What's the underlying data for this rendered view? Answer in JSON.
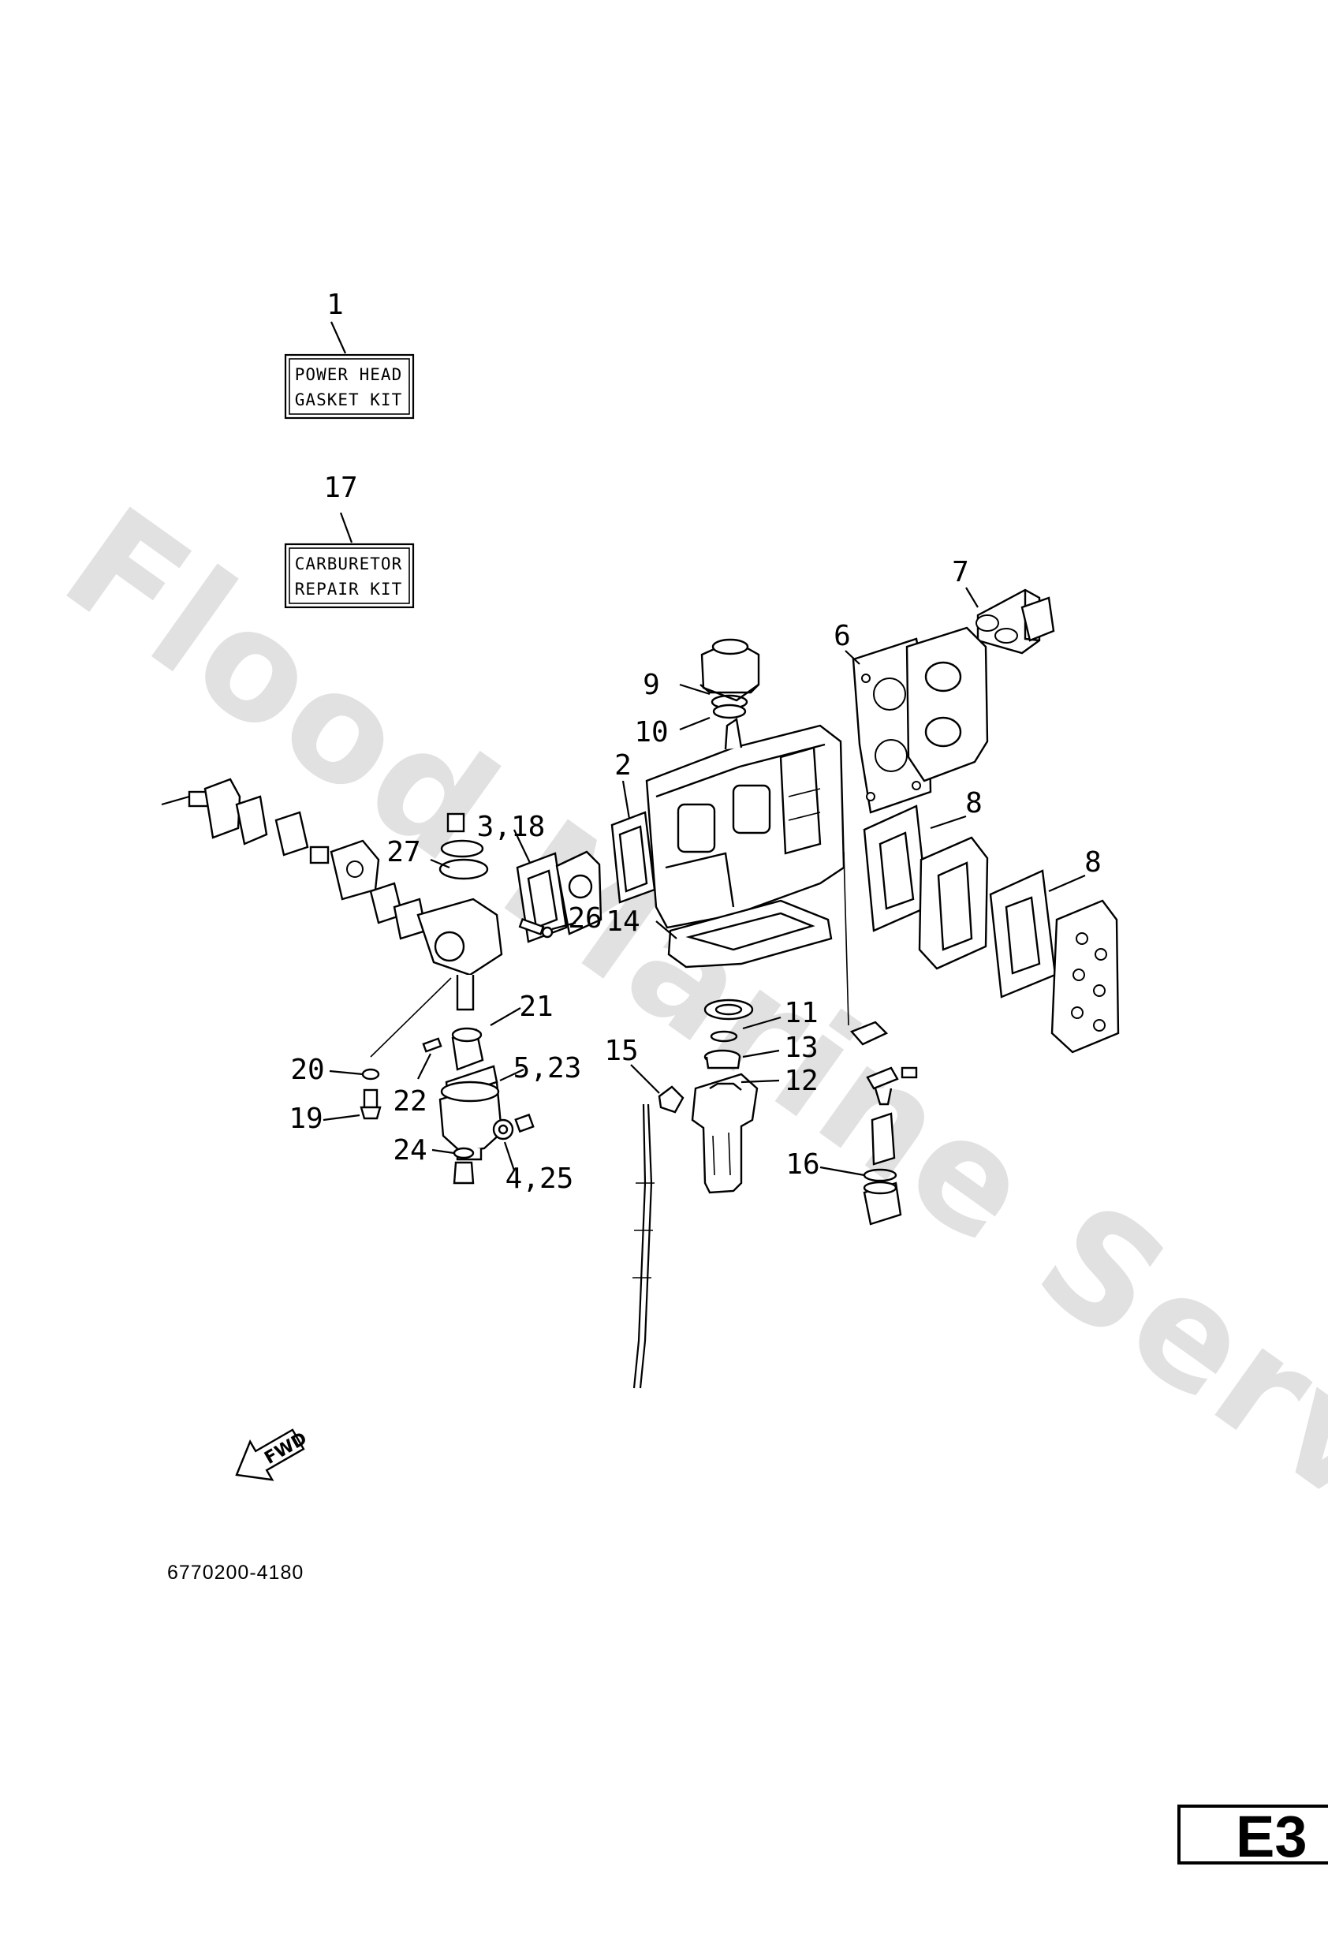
{
  "kits": [
    {
      "callout": "1",
      "line1": "POWER HEAD",
      "line2": "GASKET KIT"
    },
    {
      "callout": "17",
      "line1": "CARBURETOR",
      "line2": "REPAIR KIT"
    }
  ],
  "callouts": [
    "2",
    "3,18",
    "4,25",
    "5,23",
    "6",
    "7",
    "8",
    "8",
    "9",
    "10",
    "11",
    "12",
    "13",
    "14",
    "15",
    "16",
    "19",
    "20",
    "21",
    "22",
    "24",
    "26",
    "27"
  ],
  "fwd_label": "FWD",
  "part_number": "6770200-4180",
  "page_tab": "E3",
  "watermark": "Flood Marine Services"
}
